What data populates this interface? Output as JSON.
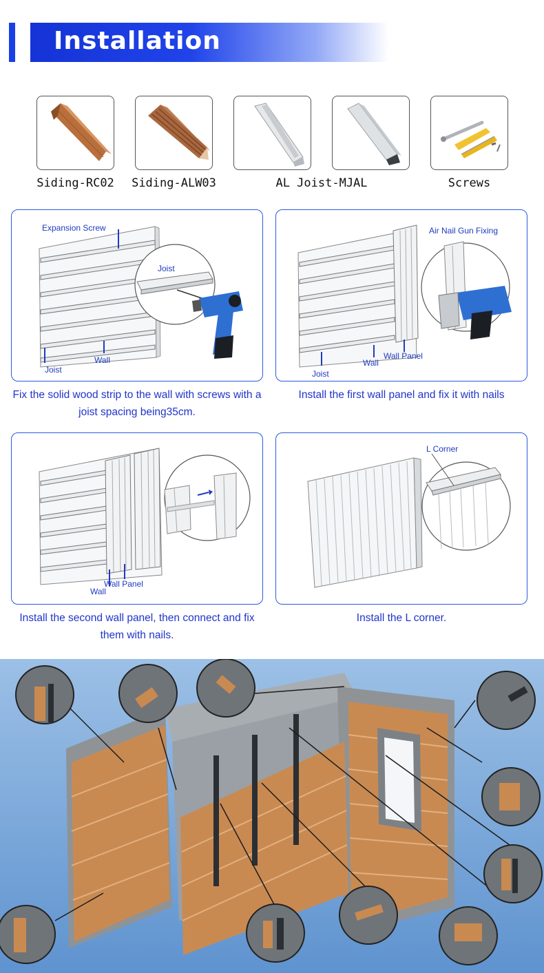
{
  "header": {
    "title": "Installation"
  },
  "materials": [
    {
      "label": "Siding-RC02",
      "icon": "rc02-corner-profile-icon"
    },
    {
      "label": "Siding-ALW03",
      "icon": "alw03-corner-profile-icon"
    },
    {
      "label": "AL Joist-MJAL",
      "icon": "aluminium-joist-icon"
    },
    {
      "label": "Screws",
      "icon": "screws-anchors-icon"
    }
  ],
  "steps": [
    {
      "labels": {
        "expansion_screw": "Expansion Screw",
        "joist_zoom": "Joist",
        "joist": "Joist",
        "wall": "Wall"
      },
      "caption": "Fix the solid wood strip to the wall with screws with a joist spacing being35cm."
    },
    {
      "labels": {
        "air_nail": "Air Nail Gun Fixing",
        "joist": "Joist",
        "wall": "Wall",
        "wall_panel": "Wall Panel"
      },
      "caption": "Install the first wall panel and fix it with nails"
    },
    {
      "labels": {
        "wall": "Wall",
        "wall_panel": "Wall Panel"
      },
      "caption": "Install the second wall panel, then connect and fix them with nails."
    },
    {
      "labels": {
        "l_corner": "L Corner"
      },
      "caption": "Install the L corner."
    }
  ],
  "colors": {
    "brand_blue": "#1a3fe6",
    "card_border": "#2a59e0",
    "caption_text": "#2034c8",
    "wood": "#c98a52",
    "sky": "#6f9fd6"
  }
}
